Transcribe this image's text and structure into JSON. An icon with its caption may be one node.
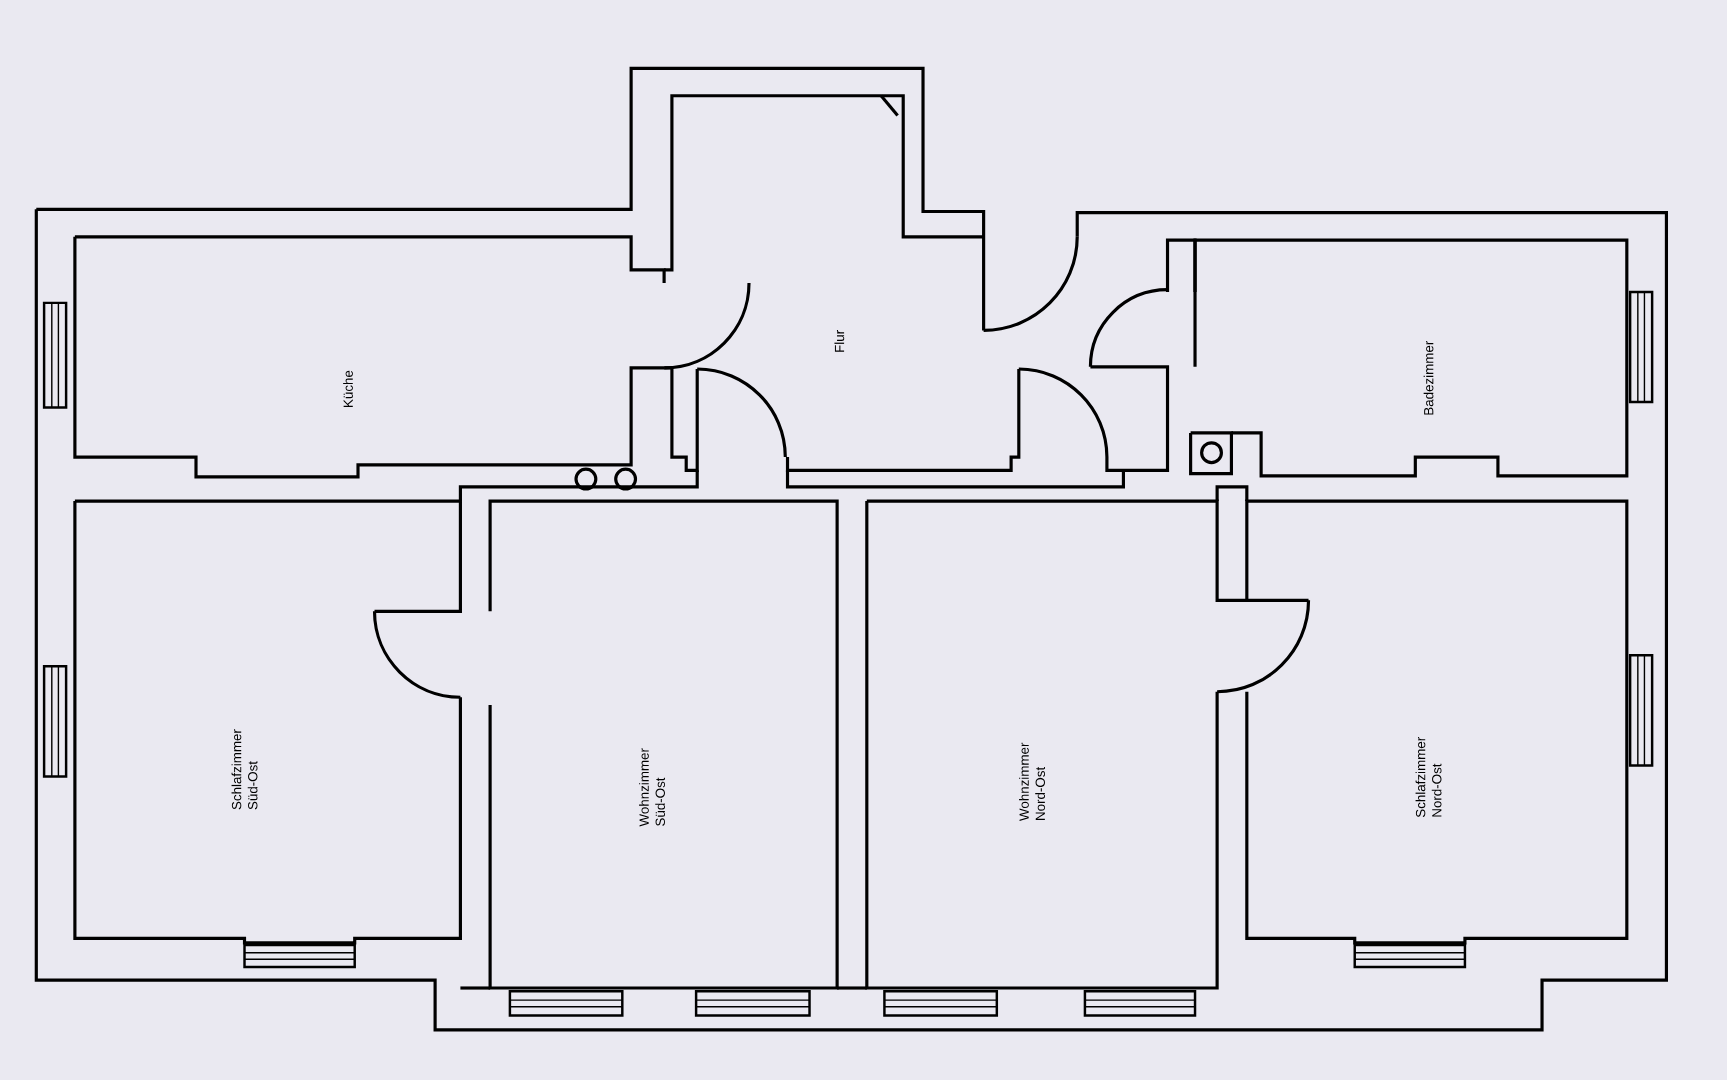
{
  "diagram": {
    "nodes": [
      {
        "text": [
          "Küche"
        ]
      },
      {
        "text": [
          "Flur"
        ]
      },
      {
        "text": [
          "Badezimmer"
        ]
      },
      {
        "text": [
          "Schlafzimmer Süd-Ost"
        ]
      },
      {
        "text": [
          "Wohnzimmer Süd-Ost"
        ]
      },
      {
        "text": [
          "Wohnzimmer Nord-Ost"
        ]
      },
      {
        "text": [
          "Schlafzimmer Nord-Ost"
        ]
      }
    ]
  }
}
